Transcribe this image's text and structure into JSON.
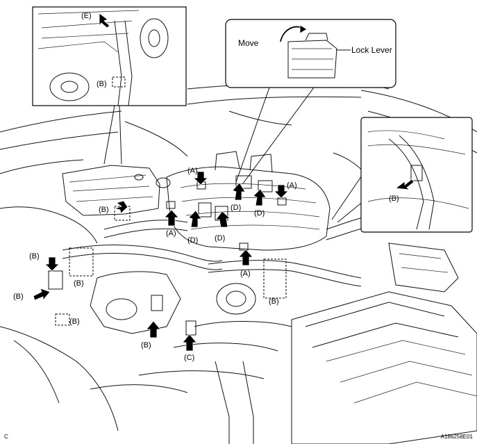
{
  "figure": {
    "bottom_left_code": "C",
    "figure_id": "A186258E01"
  },
  "inset_top_left": {
    "label_e": "(E)",
    "label_b": "(B)"
  },
  "inset_top_center": {
    "move_label": "Move",
    "lock_lever_label": "Lock Lever"
  },
  "inset_right": {
    "label_b": "(B)"
  },
  "callouts": {
    "a1": "(A)",
    "a2": "(A)",
    "a3": "(A)",
    "a4": "(A)",
    "b1": "(B)",
    "b2": "(B)",
    "b3": "(B)",
    "b4": "(B)",
    "b5": "(B)",
    "b6": "(B)",
    "b7": "(B)",
    "c1": "(C)",
    "d1": "(D)",
    "d2": "(D)",
    "d3": "(D)",
    "d4": "(D)"
  }
}
